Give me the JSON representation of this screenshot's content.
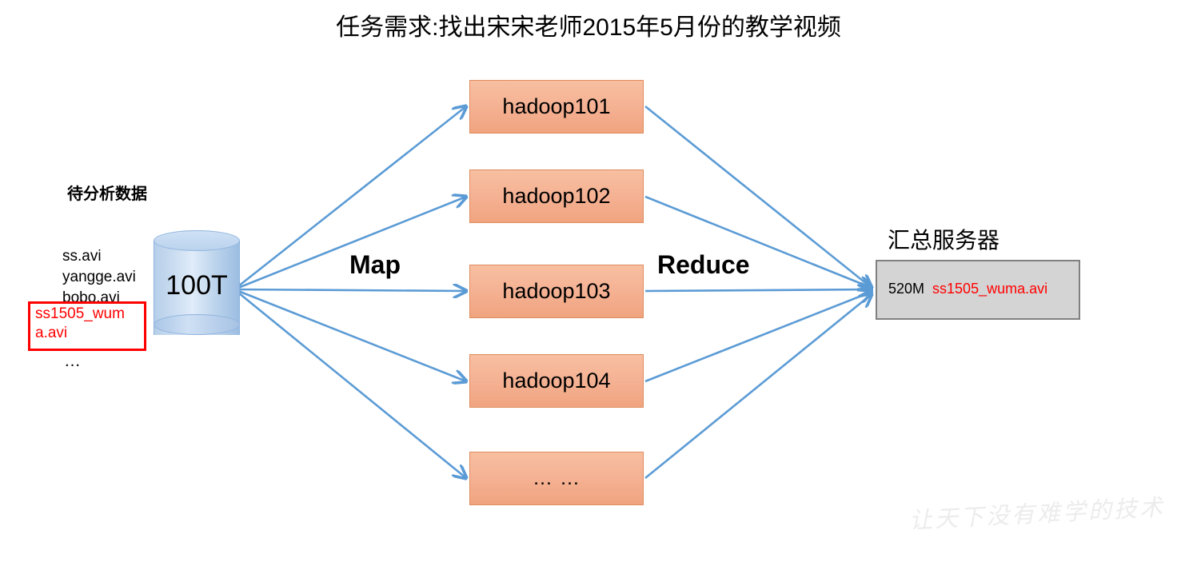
{
  "title": "任务需求:找出宋宋老师2015年5月份的教学视频",
  "source": {
    "heading": "待分析数据",
    "files": [
      "ss.avi",
      "yangge.avi",
      "bobo.avi"
    ],
    "highlighted_file": "ss1505_wuma.avi",
    "more": "…",
    "storage_label": "100T"
  },
  "phases": {
    "map_label": "Map",
    "reduce_label": "Reduce"
  },
  "nodes": [
    {
      "label": "hadoop101"
    },
    {
      "label": "hadoop102"
    },
    {
      "label": "hadoop103"
    },
    {
      "label": "hadoop104"
    },
    {
      "label": "… …"
    }
  ],
  "server": {
    "title": "汇总服务器",
    "size": "520M",
    "file": "ss1505_wuma.avi"
  },
  "watermark": "让天下没有难学的技术",
  "colors": {
    "node_fill_top": "#f7bfa0",
    "node_fill_bottom": "#f0a47f",
    "node_border": "#e08b5e",
    "arrow": "#5b9bd5",
    "cylinder_fill": "#bcd4ec",
    "server_fill": "#d4d4d4",
    "server_border": "#808080",
    "highlight": "#ff0000",
    "watermark": "#ececec"
  }
}
